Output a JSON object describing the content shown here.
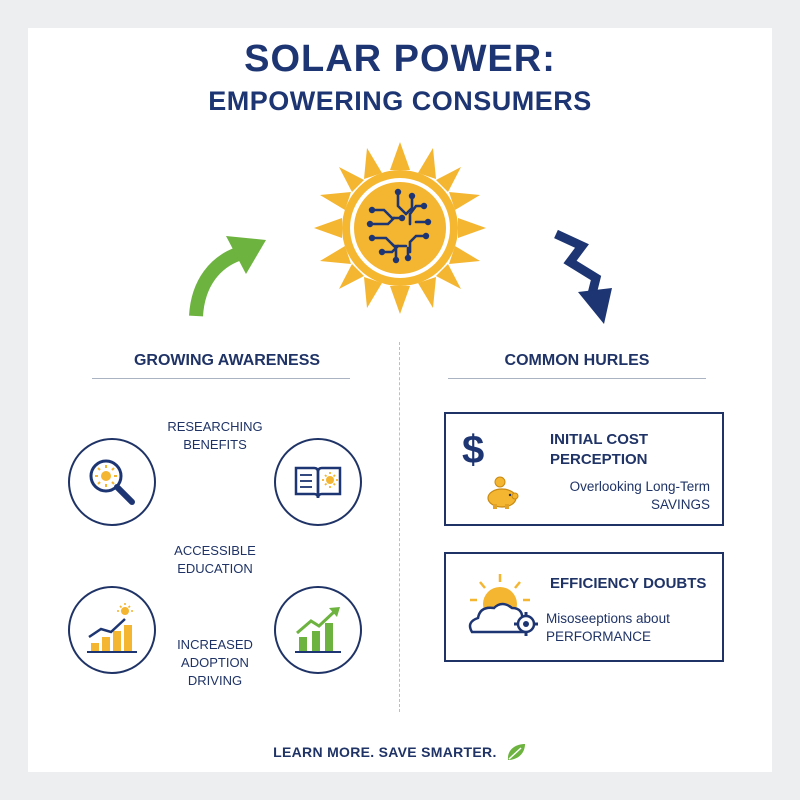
{
  "header": {
    "title_line1": "SOLAR POWER:",
    "title_line2": "EMPOWERING CONSUMERS"
  },
  "left_section": {
    "heading": "GROWING AWARENESS",
    "items": [
      {
        "label_line1": "RESEARCHING",
        "label_line2": "BENEFITS",
        "icon": "magnifier-sun-icon"
      },
      {
        "label_line1": "",
        "label_line2": "",
        "icon": "open-book-sun-icon"
      },
      {
        "label_line1": "ACCESSIBLE",
        "label_line2": "EDUCATION",
        "icon": "bar-chart-sun-icon"
      },
      {
        "label_line1": "INCREASED",
        "label_line2": "ADOPTION",
        "label_line3": "DRIVING",
        "icon": "growth-chart-arrow-icon"
      }
    ]
  },
  "right_section": {
    "heading": "COMMON HURLES",
    "cards": [
      {
        "title_line1": "INITIAL COST",
        "title_line2": "PERCEPTION",
        "sub_line1": "Overlooking Long-Term",
        "sub_line2": "SAVINGS",
        "icons": [
          "dollar-icon",
          "piggy-bank-icon"
        ]
      },
      {
        "title_line1": "EFFICIENCY DOUBTS",
        "sub_line1": "Misoseeptions about",
        "sub_line2": "PERFORMANCE",
        "icons": [
          "sun-cloud-gear-icon"
        ]
      }
    ]
  },
  "footer": {
    "text": "LEARN MORE. SAVE SMARTER.",
    "icon": "leaf-icon"
  },
  "colors": {
    "navy": "#1d3572",
    "sun_yellow": "#f4b531",
    "green": "#6db33f",
    "gold": "#e2a227",
    "background": "#eceeef"
  },
  "decor": {
    "sun_icon": "circuit-sun-icon",
    "up_arrow": "green-curved-up-arrow-icon",
    "down_arrow": "navy-zigzag-down-arrow-icon"
  }
}
